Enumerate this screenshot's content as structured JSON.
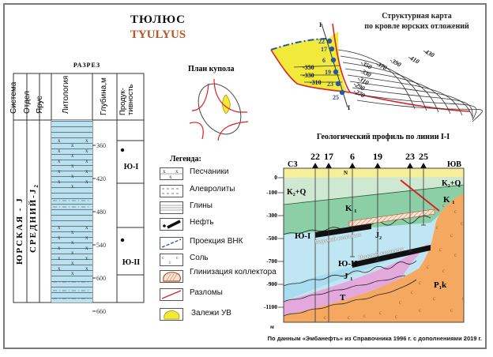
{
  "header": {
    "title_ru": "ТЮЛЮС",
    "title_en": "TYULYUS"
  },
  "section": {
    "title": "РАЗРЕЗ",
    "columns": [
      "Система",
      "Отдел",
      "Ярус",
      "Литология",
      "Глубина,м",
      "Продук-тивность"
    ],
    "system": "ЮРСКАЯ - J",
    "series": "СРЕДНИЙ-J",
    "series_sub": "2",
    "depth_ticks": [
      "360",
      "420",
      "480",
      "540",
      "600",
      "660"
    ],
    "productive_horizons": [
      {
        "name": "Ю-I"
      },
      {
        "name": "Ю-II"
      }
    ]
  },
  "dome_plan": {
    "title": "План купола"
  },
  "legend": {
    "title": "Легенда:",
    "items": [
      {
        "label": "Песчаники",
        "icon": "sandstone-icon"
      },
      {
        "label": "Алевролиты",
        "icon": "siltstone-icon"
      },
      {
        "label": "Глины",
        "icon": "clay-icon"
      },
      {
        "label": "Нефть",
        "icon": "oil-icon"
      },
      {
        "label": "Проекция ВНК",
        "icon": "owc-projection-icon"
      },
      {
        "label": "Соль",
        "icon": "salt-icon"
      },
      {
        "label": "Глинизация коллектора",
        "icon": "reservoir-shaling-icon"
      },
      {
        "label": "Разломы",
        "icon": "fault-icon"
      },
      {
        "label": "Залежи УВ",
        "icon": "hydrocarbon-deposit-icon"
      }
    ]
  },
  "structure_map": {
    "title_line1": "Структурная карта",
    "title_line2": "по кровле юрских отложений",
    "line_label": "I",
    "wells": [
      "22",
      "17",
      "6",
      "19",
      "23",
      "25"
    ],
    "contours_left": [
      "-350",
      "-330",
      "-310"
    ],
    "contours_right": [
      "-270",
      "-290",
      "-310",
      "-330",
      "-350",
      "-370",
      "-390",
      "-410",
      "-430"
    ]
  },
  "profile": {
    "title": "Геологический профиль по линии I-I",
    "left_dir": "СЗ",
    "right_dir": "ЮВ",
    "wells": [
      "22",
      "17",
      "6",
      "19",
      "23",
      "25"
    ],
    "depth_ticks": [
      "0",
      "-100",
      "-300",
      "-500",
      "-700",
      "-900",
      "-1100"
    ],
    "depth_unit": "м",
    "layers": {
      "n": "N",
      "k2q_left": "K₂+Q",
      "k2q_right": "K₂+Q",
      "k1": "K ₁",
      "k1_right": "K ₁",
      "j2": "J₂",
      "j1": "J ₁",
      "t": "T",
      "p1k": "P₁k",
      "yu1": "Ю-I",
      "yu2": "Ю-II",
      "upper_complex": "Верхний комплекс",
      "lower_complex": "Нижний комплекс"
    },
    "colors": {
      "n": "#f6ef9a",
      "k2q": "#cfe8d2",
      "k1": "#8ccfa6",
      "j": "#bfe6f2",
      "j1": "#a9dcef",
      "t": "#e3a9dc",
      "p1k": "#f5a860",
      "fault": "#d8232a"
    }
  },
  "footer": {
    "text": "По данным «Эмбанефть» из Справочника 1996 г. с дополнениями 2019 г."
  }
}
